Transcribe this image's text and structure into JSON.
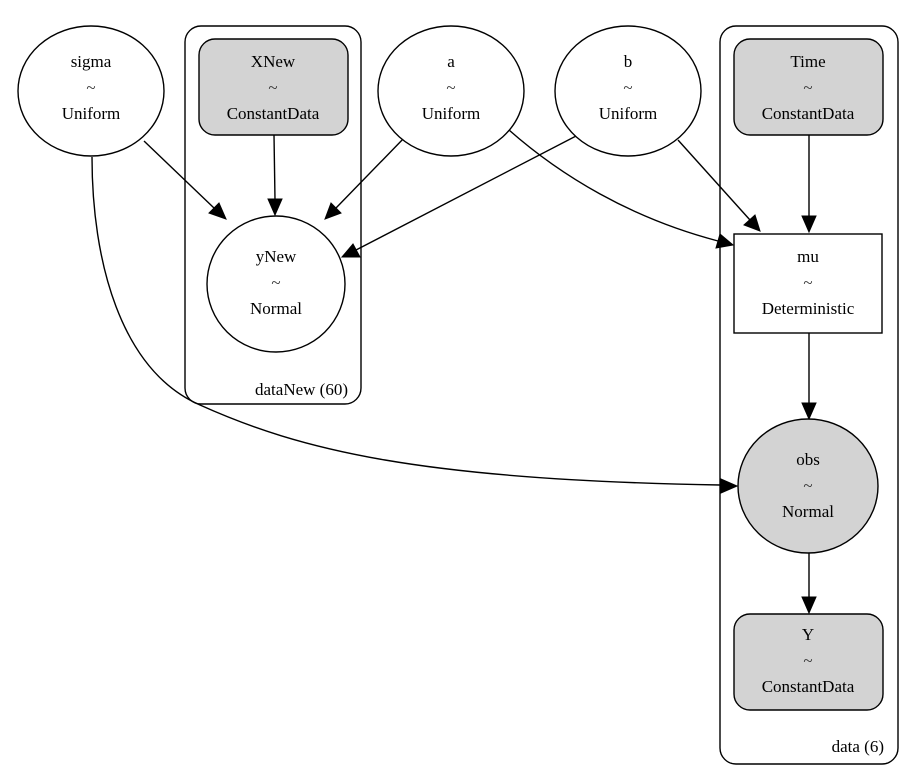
{
  "plates": {
    "data_new": {
      "label": "dataNew (60)"
    },
    "data": {
      "label": "data (6)"
    }
  },
  "nodes": {
    "sigma": {
      "name": "sigma",
      "tilde": "~",
      "dist": "Uniform",
      "observed": false
    },
    "xnew": {
      "name": "XNew",
      "tilde": "~",
      "dist": "ConstantData",
      "observed": true
    },
    "a": {
      "name": "a",
      "tilde": "~",
      "dist": "Uniform",
      "observed": false
    },
    "b": {
      "name": "b",
      "tilde": "~",
      "dist": "Uniform",
      "observed": false
    },
    "time": {
      "name": "Time",
      "tilde": "~",
      "dist": "ConstantData",
      "observed": true
    },
    "ynew": {
      "name": "yNew",
      "tilde": "~",
      "dist": "Normal",
      "observed": false
    },
    "mu": {
      "name": "mu",
      "tilde": "~",
      "dist": "Deterministic",
      "observed": false
    },
    "obs": {
      "name": "obs",
      "tilde": "~",
      "dist": "Normal",
      "observed": true
    },
    "y": {
      "name": "Y",
      "tilde": "~",
      "dist": "ConstantData",
      "observed": true
    }
  },
  "edges": [
    {
      "from": "sigma",
      "to": "ynew"
    },
    {
      "from": "xnew",
      "to": "ynew"
    },
    {
      "from": "a",
      "to": "ynew"
    },
    {
      "from": "b",
      "to": "ynew"
    },
    {
      "from": "a",
      "to": "mu"
    },
    {
      "from": "b",
      "to": "mu"
    },
    {
      "from": "time",
      "to": "mu"
    },
    {
      "from": "sigma",
      "to": "obs"
    },
    {
      "from": "mu",
      "to": "obs"
    },
    {
      "from": "obs",
      "to": "y"
    }
  ],
  "colors": {
    "observed_fill": "#d3d3d3",
    "latent_fill": "#ffffff",
    "stroke": "#000000"
  }
}
